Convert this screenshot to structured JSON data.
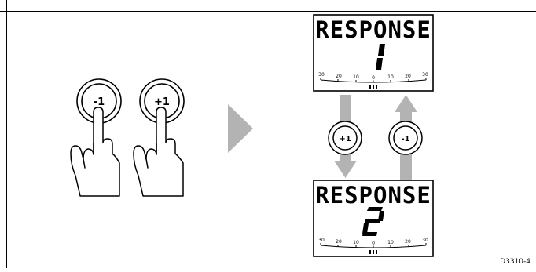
{
  "buttons": {
    "left_minus_label": "-1",
    "left_plus_label": "+1",
    "mid_plus_label": "+1",
    "mid_minus_label": "-1"
  },
  "display_top": {
    "title": "RESPONSE",
    "value": "1",
    "scale_labels": [
      "30",
      "20",
      "10",
      "0",
      "10",
      "20",
      "30"
    ]
  },
  "display_bottom": {
    "title": "RESPONSE",
    "value": "2",
    "scale_labels": [
      "30",
      "20",
      "10",
      "0",
      "10",
      "20",
      "30"
    ]
  },
  "reference_code": "D3310-4",
  "colors": {
    "arrow_gray": "#b3b3b3",
    "ink": "#000000",
    "lcd_segment": "#000000"
  },
  "icons": {
    "finger": "pointing-hand-icon",
    "transition": "right-arrow-icon",
    "increase": "down-arrow-icon",
    "decrease": "up-arrow-icon"
  }
}
